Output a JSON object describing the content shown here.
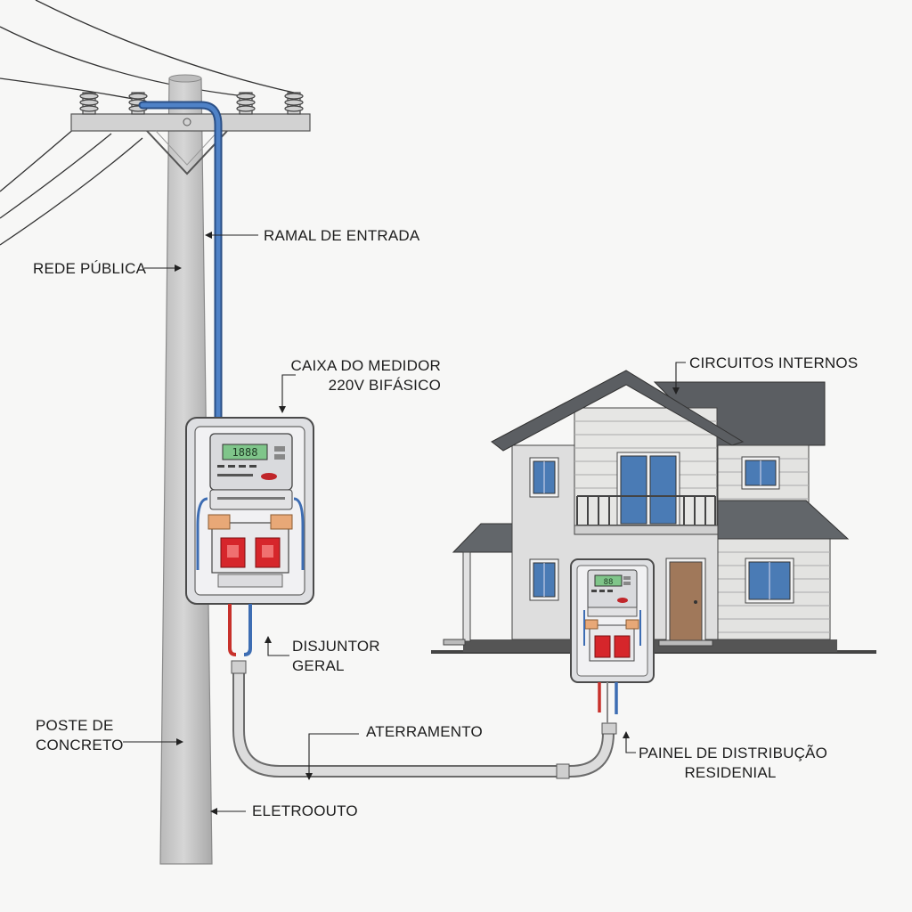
{
  "diagram": {
    "labels": {
      "rede_publica": "REDE PÚBLICA",
      "ramal_de_entrada": "RAMAL DE ENTRADA",
      "caixa_medidor_line1": "CAIXA DO MEDIDOR",
      "caixa_medidor_line2": "220V BIFÁSICO",
      "circuitos_internos": "CIRCUITOS INTERNOS",
      "disjuntor_line1": "DISJUNTOR",
      "disjuntor_line2": "GERAL",
      "poste_line1": "POSTE DE",
      "poste_line2": "CONCRETO",
      "aterramento": "ATERRAMENTO",
      "painel_line1": "PAINEL DE DISTRIBUÇÃO",
      "painel_line2": "RESIDENIAL",
      "eletroduto": "ELETROOUTO"
    },
    "meter_display": "1888",
    "panel_display": "88",
    "colors": {
      "phase_wire": "#3d6db3",
      "live_wire": "#c8312b",
      "breaker": "#d6262b",
      "meter_screen": "#7fc58a",
      "window_glass": "#4a7bb5",
      "door": "#a0785a",
      "roof": "#5b5e62",
      "pole": "#c9c9c9"
    }
  }
}
